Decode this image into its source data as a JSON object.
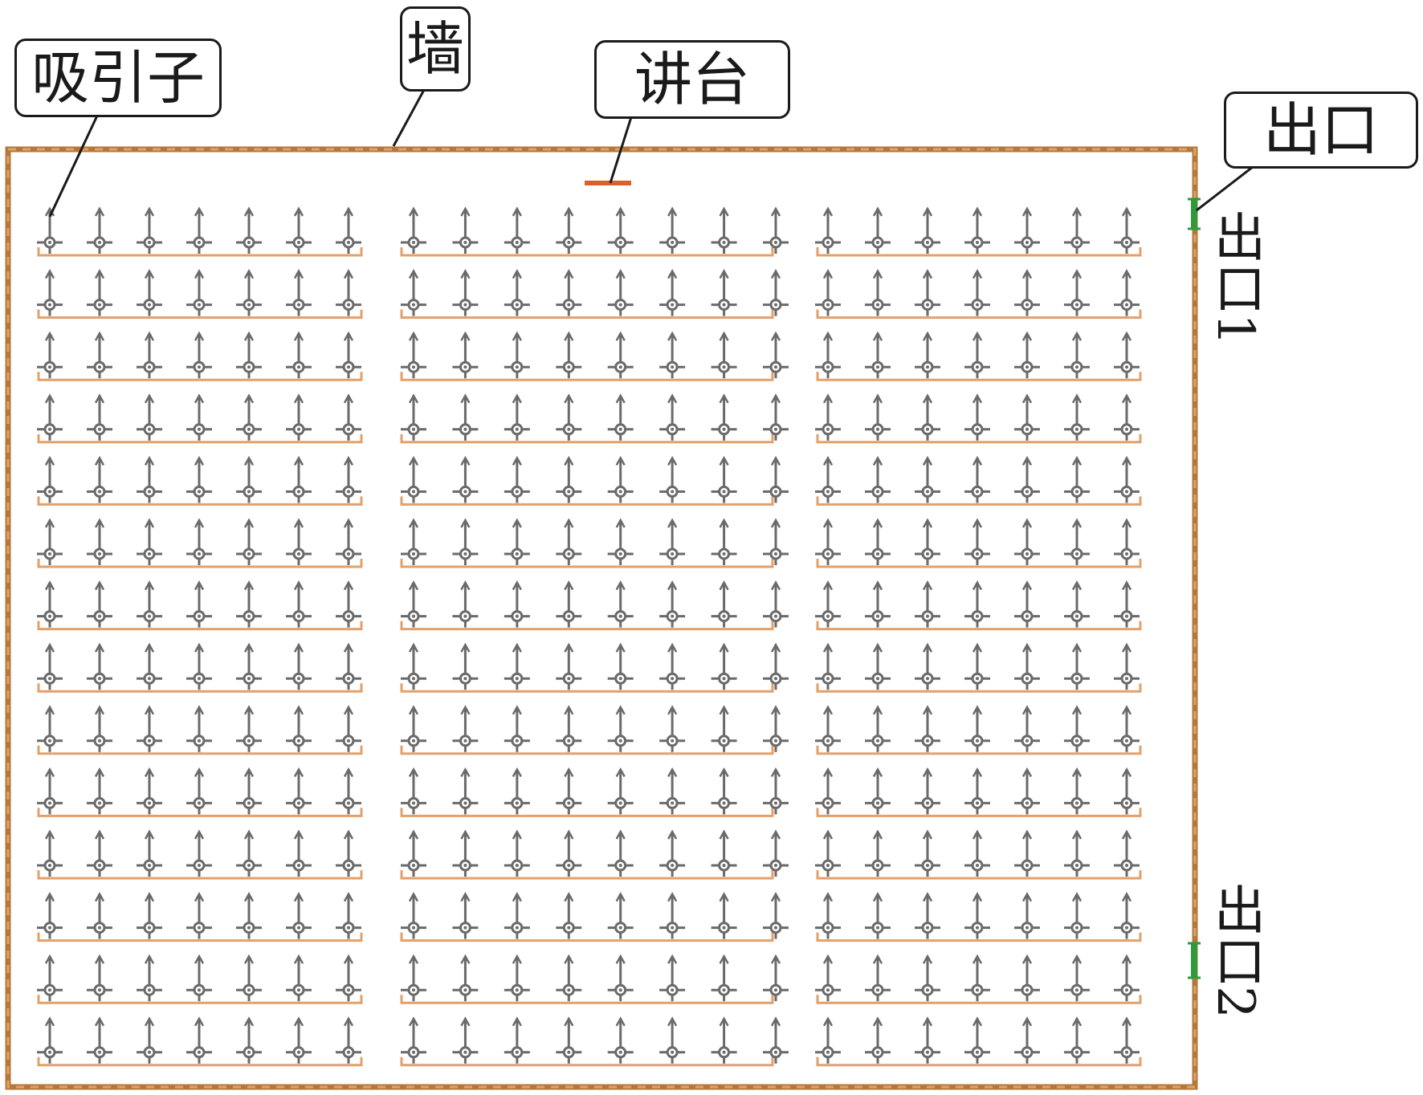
{
  "labels": {
    "attractor": "吸引子",
    "wall": "墙",
    "podium": "讲台",
    "exit_callout": "出口",
    "exit1": "出口1",
    "exit2": "出口2"
  },
  "colors": {
    "wall": "#b5773a",
    "bench": "#e3a06a",
    "podium": "#d9622b",
    "exit": "#2e9a3c",
    "agent": "#6a6a6a",
    "ink": "#1a1a1a"
  },
  "seating": {
    "rows": 14,
    "blocks": [
      {
        "name": "left-block",
        "seats": 7
      },
      {
        "name": "middle-block",
        "seats": 8
      },
      {
        "name": "right-block",
        "seats": 7
      }
    ]
  }
}
